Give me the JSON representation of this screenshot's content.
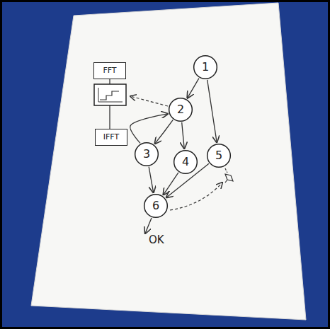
{
  "diagram": {
    "nodes": [
      {
        "text": [
          "FFT"
        ]
      },
      {
        "text": [
          "IFFT"
        ]
      },
      {
        "text": [
          "1"
        ]
      },
      {
        "text": [
          "2"
        ]
      },
      {
        "text": [
          "3"
        ]
      },
      {
        "text": [
          "4"
        ]
      },
      {
        "text": [
          "5"
        ]
      },
      {
        "text": [
          "6"
        ]
      }
    ],
    "edges": [
      {
        "from": 2,
        "to": 3,
        "arrow": "to"
      },
      {
        "from": 2,
        "to": 6,
        "arrow": "to"
      },
      {
        "from": 4,
        "to": 3,
        "arrow": "to"
      },
      {
        "from": 3,
        "to": 4,
        "arrow": "to"
      },
      {
        "from": 3,
        "to": 5,
        "arrow": "to"
      },
      {
        "from": 4,
        "to": 7,
        "arrow": "to"
      },
      {
        "from": 5,
        "to": 7,
        "arrow": "to"
      },
      {
        "from": 6,
        "to": 7,
        "arrow": "to"
      }
    ],
    "labels": [
      "OK"
    ]
  }
}
